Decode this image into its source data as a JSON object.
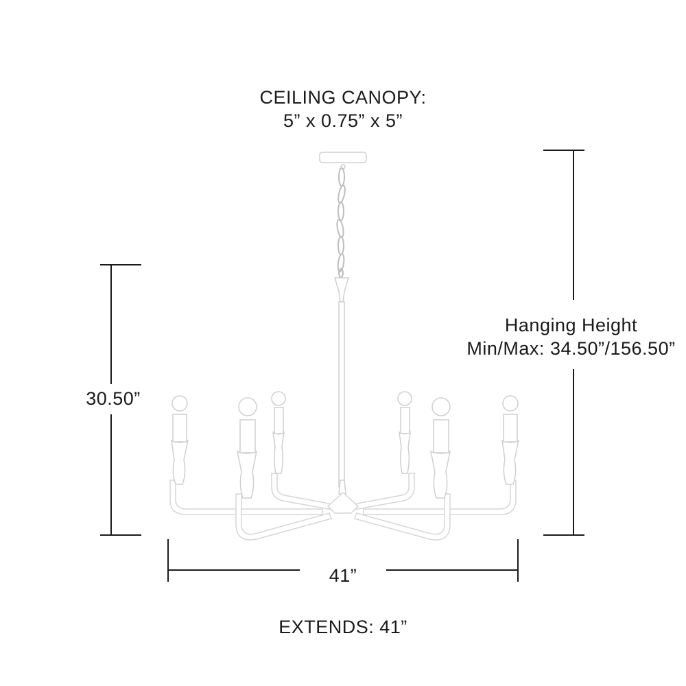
{
  "ceiling_canopy": {
    "title": "CEILING CANOPY:",
    "dimensions": "5” x 0.75” x 5”"
  },
  "hanging_height": {
    "title": "Hanging Height",
    "range": "Min/Max: 34.50”/156.50”"
  },
  "fixture_height": "30.50”",
  "fixture_width": "41”",
  "extends": "EXTENDS: 41”",
  "colors": {
    "text": "#1a1a1a",
    "lines": "#1a1a1a",
    "fixture_fill": "#ffffff",
    "fixture_shade": "#d9d9d9"
  }
}
